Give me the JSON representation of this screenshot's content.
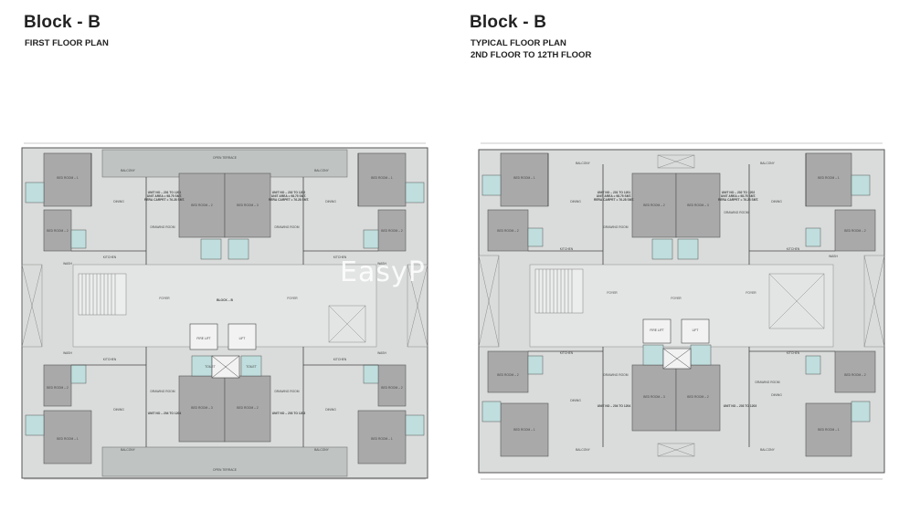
{
  "left": {
    "title": "Block - B",
    "subtitle": "FIRST FLOOR PLAN"
  },
  "right": {
    "title": "Block - B",
    "subtitle_line1": "TYPICAL FLOOR PLAN",
    "subtitle_line2": "2ND FLOOR  TO  12TH FLOOR"
  },
  "watermark": "EasyP        m",
  "room_labels": {
    "bed_room_1": "BED ROOM – 1",
    "bed_room_2": "BED ROOM – 2",
    "bed_room_3": "BED ROOM – 3",
    "toilet": "TOILET",
    "dining": "DINING",
    "drawing_room": "DRAWING ROOM",
    "kitchen": "KITCHEN",
    "wash": "WASH",
    "balcony": "BALCONY",
    "foyer": "FOYER",
    "lift": "LIFT",
    "fire_lift": "FIRE LIFT",
    "block_b": "BLOCK – B",
    "open_terrace": "OPEN TERRACE",
    "unit_left": "UNIT NO – 201 TO 1201",
    "unit_right": "UNIT NO – 202 TO 1202",
    "unit_bl": "UNIT NO – 204 TO 1204",
    "unit_br": "UNIT NO – 203 TO 1203",
    "unit_area": "UNIT AREA = 98.75 SMT.",
    "carpet": "RERA CARPET = 76.28 SMT."
  }
}
